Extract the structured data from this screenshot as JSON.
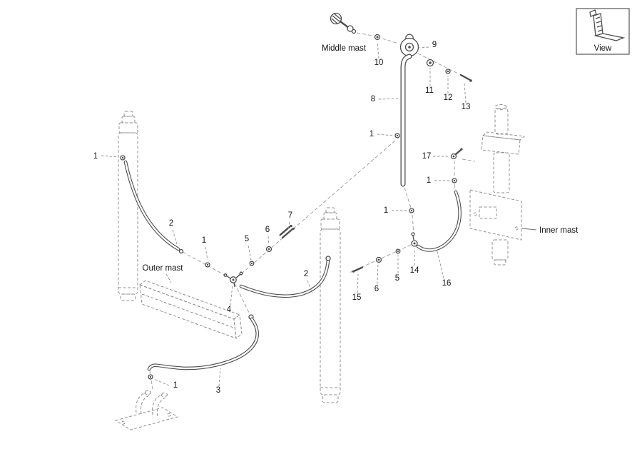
{
  "figure": {
    "background": "#ffffff",
    "context_line_color": "#8f8f8f",
    "part_line_color": "#4d4d4d",
    "text_color": "#141414"
  },
  "labels": {
    "middle_mast": "Middle mast",
    "outer_mast": "Outer mast",
    "inner_mast": "Inner mast",
    "view": "View"
  },
  "callouts": [
    {
      "n": "1"
    },
    {
      "n": "2"
    },
    {
      "n": "1"
    },
    {
      "n": "5"
    },
    {
      "n": "6"
    },
    {
      "n": "7"
    },
    {
      "n": "2"
    },
    {
      "n": "4"
    },
    {
      "n": "3"
    },
    {
      "n": "1"
    },
    {
      "n": "8"
    },
    {
      "n": "10"
    },
    {
      "n": "9"
    },
    {
      "n": "11"
    },
    {
      "n": "12"
    },
    {
      "n": "13"
    },
    {
      "n": "1"
    },
    {
      "n": "17"
    },
    {
      "n": "1"
    },
    {
      "n": "1"
    },
    {
      "n": "14"
    },
    {
      "n": "5"
    },
    {
      "n": "6"
    },
    {
      "n": "15"
    },
    {
      "n": "16"
    }
  ]
}
